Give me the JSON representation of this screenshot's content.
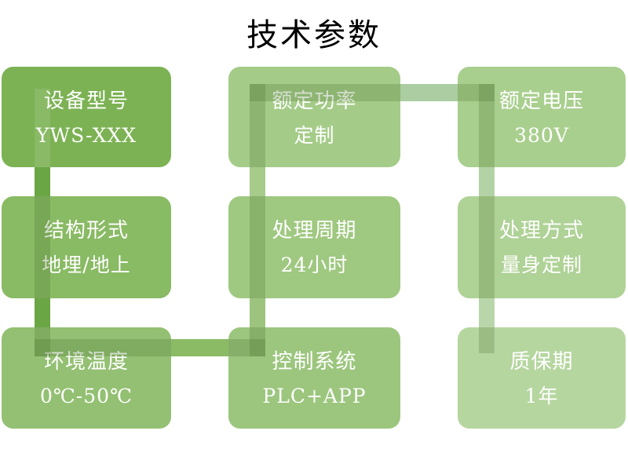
{
  "title": "技术参数",
  "boxes": [
    {
      "label": "设备型号",
      "value": "YWS-XXX",
      "color": "#7cb254"
    },
    {
      "label": "额定功率",
      "value": "定制",
      "color": "#a4cc88"
    },
    {
      "label": "额定电压",
      "value": "380V",
      "color": "#a9cf8e"
    },
    {
      "label": "结构形式",
      "value": "地埋/地上",
      "color": "#89ba64"
    },
    {
      "label": "处理周期",
      "value": "24小时",
      "color": "#9fc880"
    },
    {
      "label": "处理方式",
      "value": "量身定制",
      "color": "#afd296"
    },
    {
      "label": "环境温度",
      "value": "0℃-50℃",
      "color": "#93c072"
    },
    {
      "label": "控制系统",
      "value": "PLC+APP",
      "color": "#9cc67e"
    },
    {
      "label": "质保期",
      "value": "1年",
      "color": "#b6d6a0"
    }
  ],
  "connectors": {
    "left_vertical_upper": {
      "color": "#6ba645"
    },
    "left_vertical_lower": {
      "color": "#6ba645"
    },
    "bottom_horizontal": {
      "color": "#8cbb66"
    },
    "middle_vertical_upper": {
      "color": "#a6cb8b"
    },
    "middle_vertical_lower": {
      "color": "#9dc47e"
    },
    "top_horizontal": {
      "color": "#abcda1"
    },
    "right_vertical_upper": {
      "color": "#b3d2a5"
    },
    "right_vertical_lower": {
      "color": "#b9d6ab"
    }
  },
  "text_color": "#ffffff",
  "background_color": "#ffffff"
}
